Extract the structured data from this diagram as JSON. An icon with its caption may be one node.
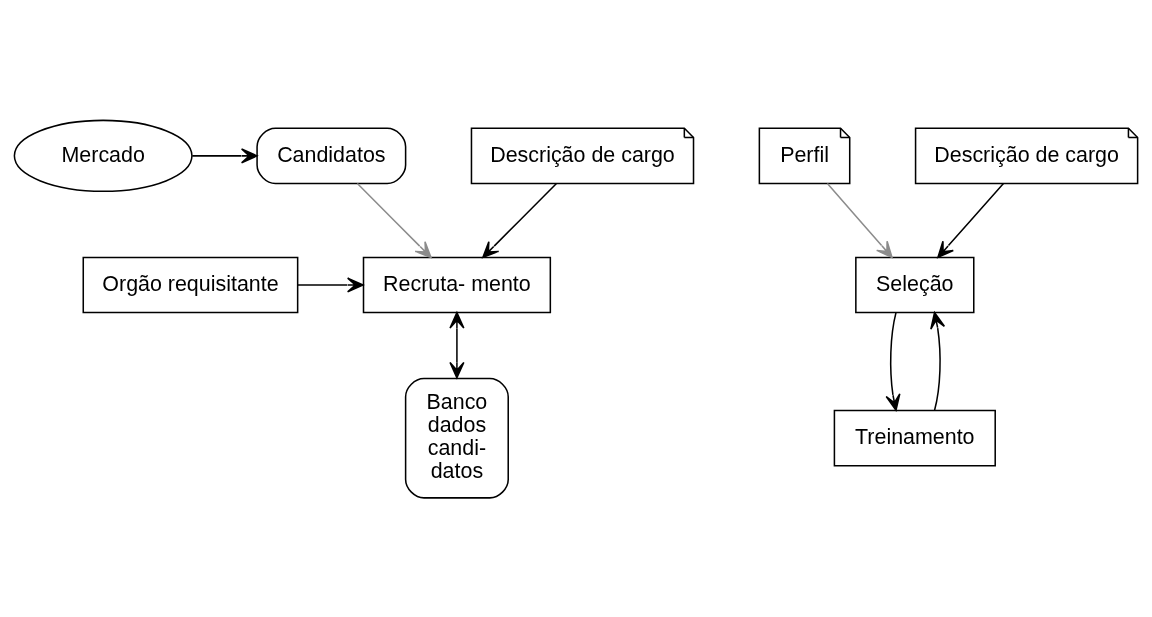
{
  "diagram": {
    "nodes": [
      {
        "text": [
          "Mercado"
        ]
      },
      {
        "text": [
          "Candidatos"
        ]
      },
      {
        "text": [
          "Perfil"
        ]
      },
      {
        "text": [
          "Descrição de cargo"
        ]
      },
      {
        "text": [
          "Descrição de cargo"
        ]
      },
      {
        "text": [
          "Orgão requisitante"
        ]
      },
      {
        "text": [
          "Recruta- mento"
        ]
      },
      {
        "text": [
          "Seleção"
        ]
      },
      {
        "text": [
          "Banco dados candi- datos"
        ]
      },
      {
        "text": [
          "Treinamento"
        ]
      }
    ],
    "edges": [
      {
        "from": 0,
        "to": 1,
        "arrow": "to"
      },
      {
        "from": 1,
        "to": 6,
        "arrow": "to",
        "color": "#8c8c8c"
      },
      {
        "from": 3,
        "to": 6,
        "arrow": "to"
      },
      {
        "from": 2,
        "to": 7,
        "arrow": "to",
        "color": "#8c8c8c"
      },
      {
        "from": 4,
        "to": 7,
        "arrow": "to"
      },
      {
        "from": 5,
        "to": 6,
        "arrow": "to"
      },
      {
        "from": 8,
        "to": 6,
        "arrow": "both"
      },
      {
        "from": 7,
        "to": 9,
        "arrow": "to"
      },
      {
        "from": 9,
        "to": 7,
        "arrow": "to"
      }
    ]
  }
}
